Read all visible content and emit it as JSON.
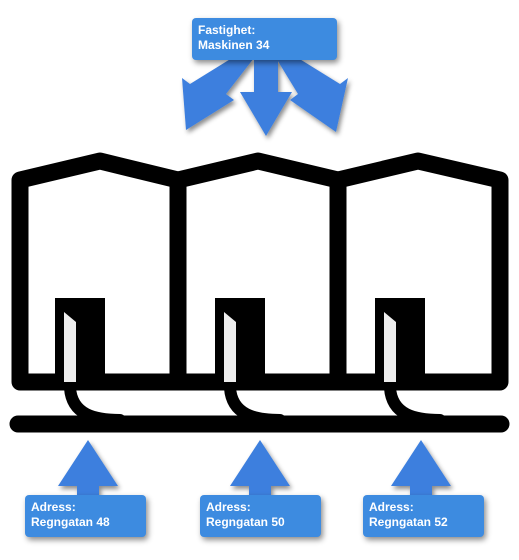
{
  "property": {
    "line1": "Fastighet:",
    "line2": "Maskinen 34"
  },
  "addresses": [
    {
      "line1": "Adress:",
      "line2": "Regngatan 48"
    },
    {
      "line1": "Adress:",
      "line2": "Regngatan 50"
    },
    {
      "line1": "Adress:",
      "line2": "Regngatan 52"
    }
  ],
  "colors": {
    "arrow": "#3d7fde",
    "box": "#3d8be0",
    "stroke": "#000000",
    "door_fill": "#eeeeee"
  }
}
